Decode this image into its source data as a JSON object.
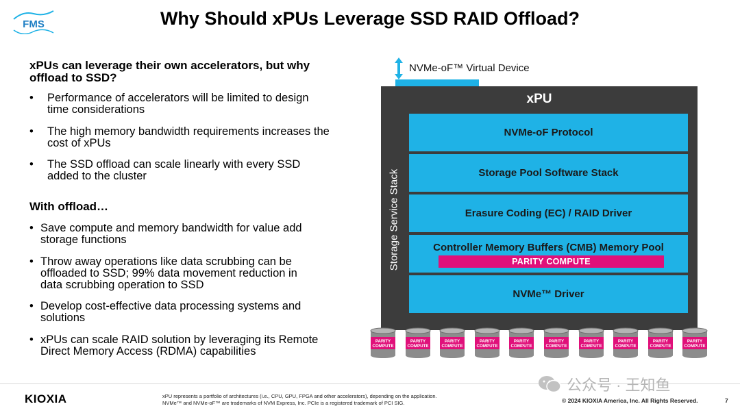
{
  "header": {
    "logo_text": "FMS",
    "title": "Why Should xPUs Leverage SSD RAID Offload?"
  },
  "left": {
    "section1_heading": "xPUs can leverage their own accelerators, but why offload to SSD?",
    "section1_bullets": [
      "Performance of accelerators will be limited to design time considerations",
      "The high memory bandwidth requirements increases the cost of xPUs",
      "The SSD offload can scale linearly with every SSD added to the cluster"
    ],
    "section2_heading": "With offload…",
    "section2_bullets": [
      "Save compute and memory bandwidth for value add storage functions",
      "Throw away operations like data scrubbing can be offloaded to SSD; 99% data movement reduction in data scrubbing operation to SSD",
      "Develop cost-effective data processing systems and solutions",
      "xPUs can scale RAID solution by leveraging its Remote Direct Memory Access (RDMA) capabilities"
    ]
  },
  "diagram": {
    "virtual_device_label": "NVMe-oF™ Virtual Device",
    "xpu_label": "xPU",
    "side_label": "Storage Service Stack",
    "layers": [
      "NVMe-oF Protocol",
      "Storage Pool Software Stack",
      "Erasure Coding (EC) / RAID Driver",
      "Controller Memory Buffers (CMB) Memory Pool",
      "NVMe™ Driver"
    ],
    "parity_bar_label": "PARITY COMPUTE",
    "ssd_label_line1": "PARITY",
    "ssd_label_line2": "COMPUTE",
    "ssd_count": 10,
    "colors": {
      "xpu_box": "#3c3c3c",
      "layer": "#1fb2e6",
      "parity": "#e0107a"
    }
  },
  "footer": {
    "brand": "KIOXIA",
    "footnote1": "xPU represents a portfolio of architectures (i.e., CPU, GPU, FPGA and other accelerators), depending on the application.",
    "footnote2": "NVMe™ and NVMe-oF™ are trademarks of NVM Express, Inc. PCIe is a registered trademark of PCI SIG.",
    "copyright": "© 2024 KIOXIA America, Inc. All Rights Reserved.",
    "page_number": "7",
    "watermark": "公众号 · 王知鱼"
  }
}
